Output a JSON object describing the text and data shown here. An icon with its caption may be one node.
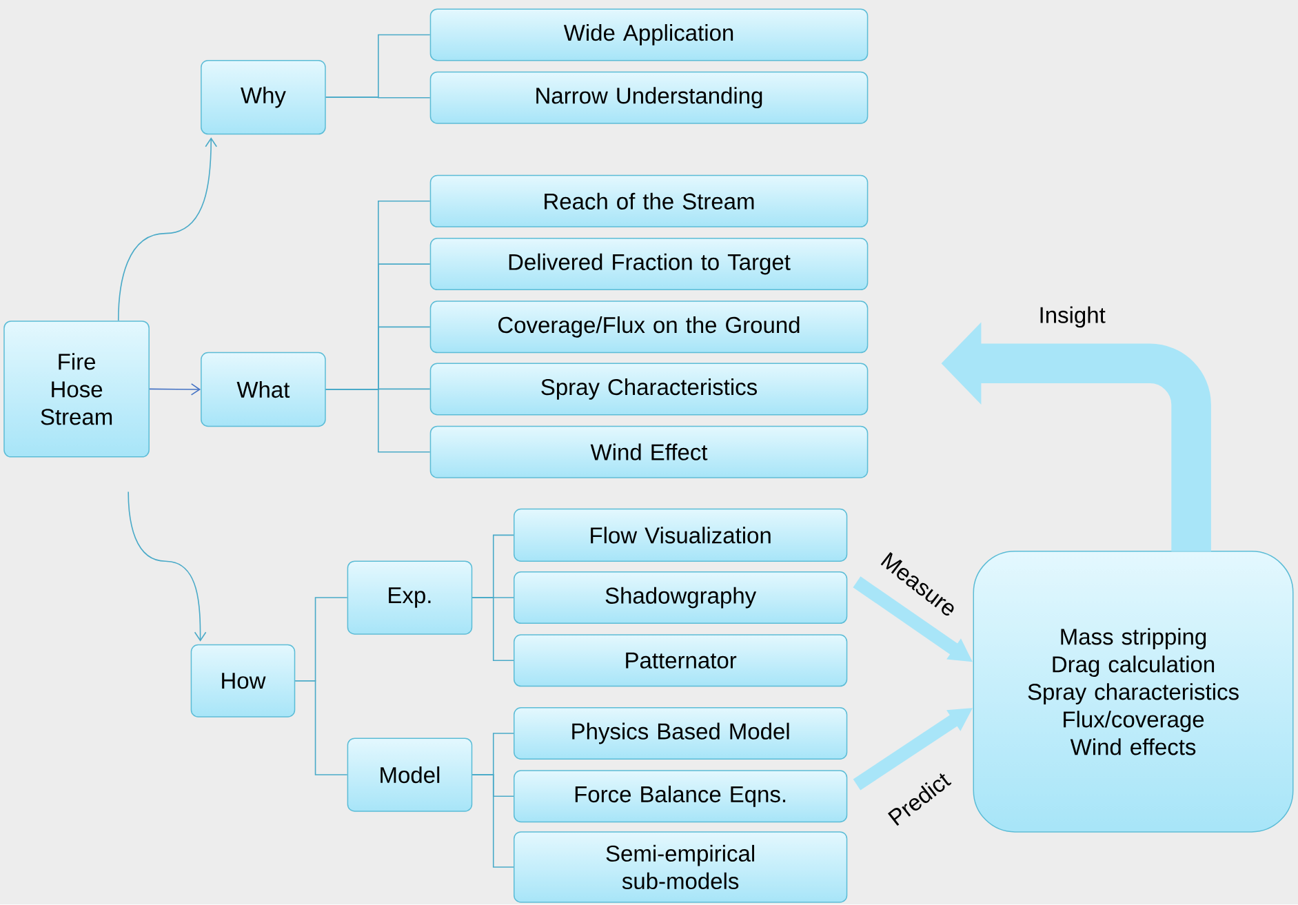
{
  "diagram": {
    "nodes": [
      {
        "text": [
          "Fire Hose Stream"
        ]
      },
      {
        "text": [
          "Why"
        ]
      },
      {
        "text": [
          "What"
        ]
      },
      {
        "text": [
          "How"
        ]
      },
      {
        "text": [
          "Wide Application"
        ]
      },
      {
        "text": [
          "Narrow Understanding"
        ]
      },
      {
        "text": [
          "Reach of the Stream"
        ]
      },
      {
        "text": [
          "Delivered Fraction to Target"
        ]
      },
      {
        "text": [
          "Coverage/Flux on the Ground"
        ]
      },
      {
        "text": [
          "Spray Characteristics"
        ]
      },
      {
        "text": [
          "Wind Effect"
        ]
      },
      {
        "text": [
          "Exp."
        ]
      },
      {
        "text": [
          "Model"
        ]
      },
      {
        "text": [
          "Flow Visualization"
        ]
      },
      {
        "text": [
          "Shadowgraphy"
        ]
      },
      {
        "text": [
          "Patternator"
        ]
      },
      {
        "text": [
          "Physics Based Model"
        ]
      },
      {
        "text": [
          "Force Balance Eqns."
        ]
      },
      {
        "text": [
          "Semi-empirical sub-models"
        ]
      },
      {
        "text": [
          "Mass stripping",
          "Drag calculation",
          "Spray characteristics",
          "Flux/coverage",
          "Wind effects"
        ]
      }
    ],
    "edges": [
      {
        "from": 0,
        "to": 1,
        "arrow": "to"
      },
      {
        "from": 0,
        "to": 2,
        "arrow": "to",
        "color": "#4472c4"
      },
      {
        "from": 0,
        "to": 3,
        "arrow": "to"
      },
      {
        "from": 1,
        "to": 4,
        "arrow": "none"
      },
      {
        "from": 1,
        "to": 5,
        "arrow": "none"
      },
      {
        "from": 2,
        "to": 6,
        "arrow": "none"
      },
      {
        "from": 2,
        "to": 7,
        "arrow": "none"
      },
      {
        "from": 2,
        "to": 8,
        "arrow": "none"
      },
      {
        "from": 2,
        "to": 9,
        "arrow": "none"
      },
      {
        "from": 2,
        "to": 10,
        "arrow": "none"
      },
      {
        "from": 3,
        "to": 11,
        "arrow": "none"
      },
      {
        "from": 3,
        "to": 12,
        "arrow": "none"
      },
      {
        "from": 11,
        "to": 13,
        "arrow": "none"
      },
      {
        "from": 11,
        "to": 14,
        "arrow": "none"
      },
      {
        "from": 11,
        "to": 15,
        "arrow": "none"
      },
      {
        "from": 12,
        "to": 16,
        "arrow": "none"
      },
      {
        "from": 12,
        "to": 17,
        "arrow": "none"
      },
      {
        "from": 12,
        "to": 18,
        "arrow": "none"
      },
      {
        "from": 14,
        "to": 19,
        "arrow": "to",
        "label": "Measure",
        "style": "thick",
        "color": "#a8e5f8"
      },
      {
        "from": 17,
        "to": 19,
        "arrow": "to",
        "label": "Predict",
        "style": "thick",
        "color": "#a8e5f8"
      },
      {
        "from": 19,
        "to": null,
        "arrow": "to",
        "label": "Insight",
        "style": "thick",
        "color": "#a8e5f8"
      }
    ]
  }
}
